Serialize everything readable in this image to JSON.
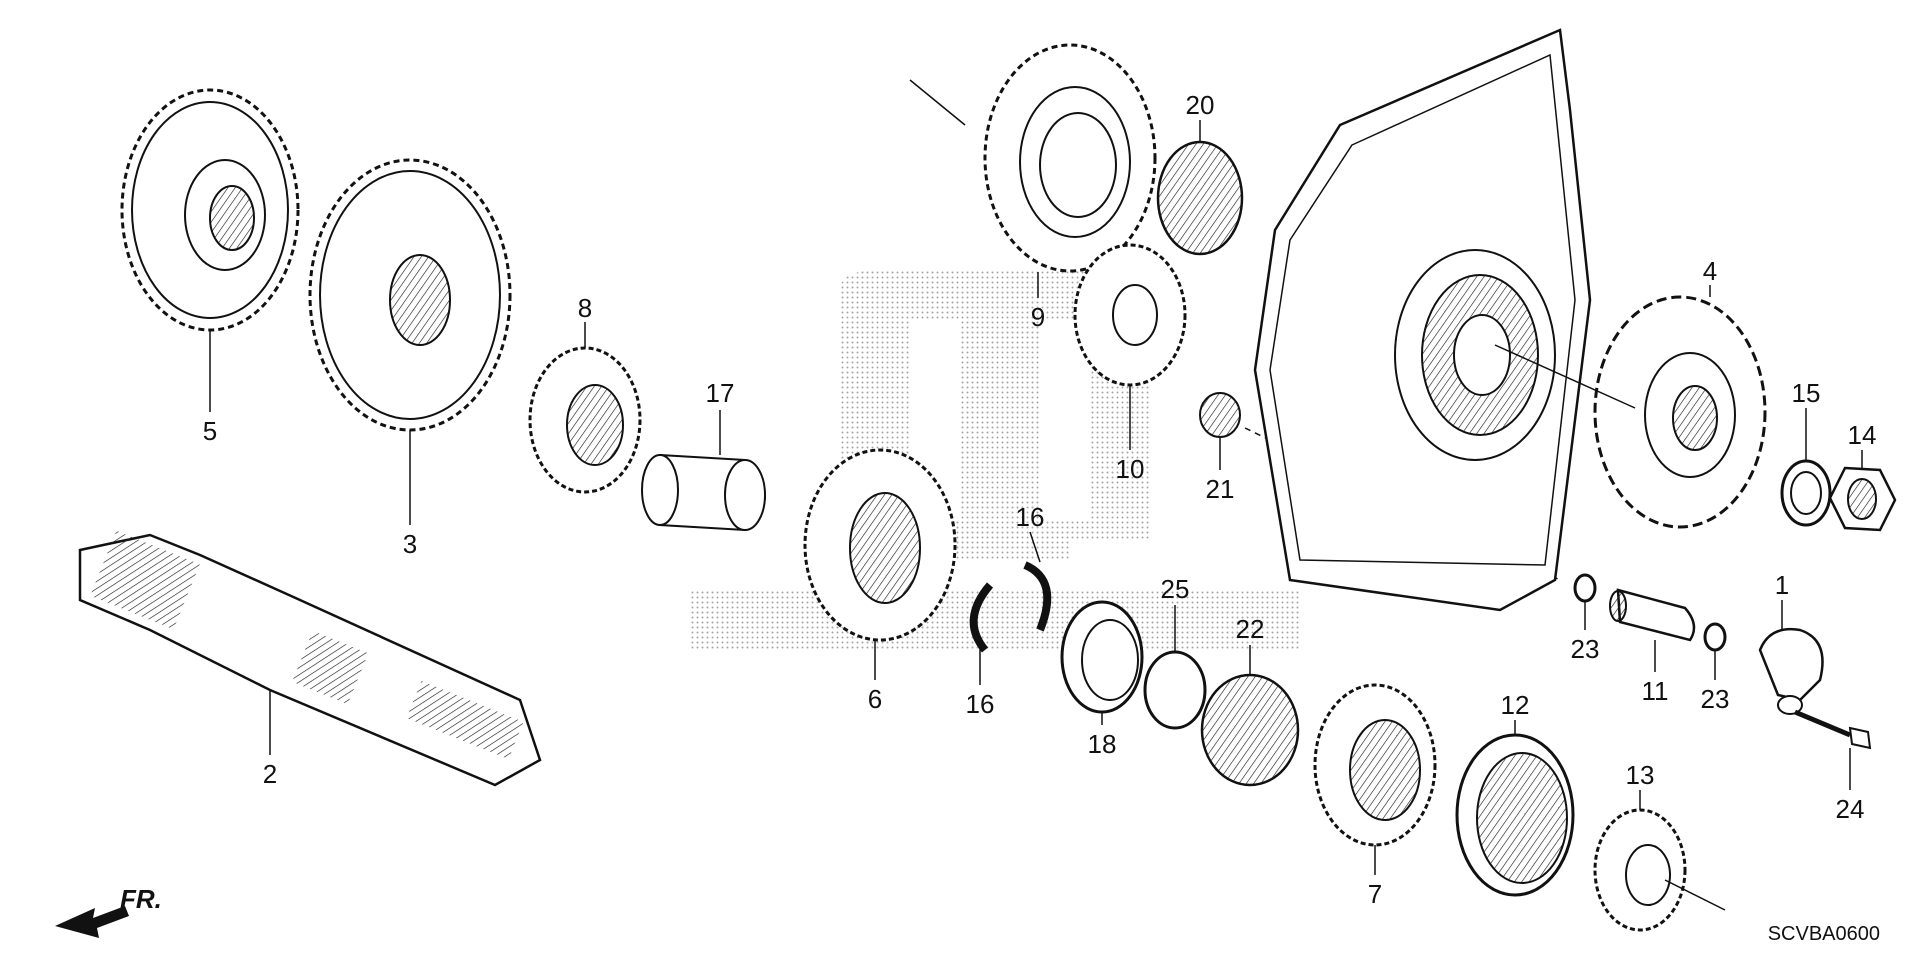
{
  "diagram": {
    "code": "SCVBA0600",
    "direction_label": "FR.",
    "parts": [
      {
        "id": "p1",
        "label": "1"
      },
      {
        "id": "p2",
        "label": "2"
      },
      {
        "id": "p3",
        "label": "3"
      },
      {
        "id": "p4",
        "label": "4"
      },
      {
        "id": "p5",
        "label": "5"
      },
      {
        "id": "p6",
        "label": "6"
      },
      {
        "id": "p7",
        "label": "7"
      },
      {
        "id": "p8",
        "label": "8"
      },
      {
        "id": "p9",
        "label": "9"
      },
      {
        "id": "p10",
        "label": "10"
      },
      {
        "id": "p11",
        "label": "11"
      },
      {
        "id": "p12",
        "label": "12"
      },
      {
        "id": "p13",
        "label": "13"
      },
      {
        "id": "p14",
        "label": "14"
      },
      {
        "id": "p15",
        "label": "15"
      },
      {
        "id": "p16a",
        "label": "16"
      },
      {
        "id": "p16b",
        "label": "16"
      },
      {
        "id": "p17",
        "label": "17"
      },
      {
        "id": "p18",
        "label": "18"
      },
      {
        "id": "p20",
        "label": "20"
      },
      {
        "id": "p21",
        "label": "21"
      },
      {
        "id": "p22",
        "label": "22"
      },
      {
        "id": "p23a",
        "label": "23"
      },
      {
        "id": "p23b",
        "label": "23"
      },
      {
        "id": "p24",
        "label": "24"
      },
      {
        "id": "p25",
        "label": "25"
      }
    ]
  }
}
